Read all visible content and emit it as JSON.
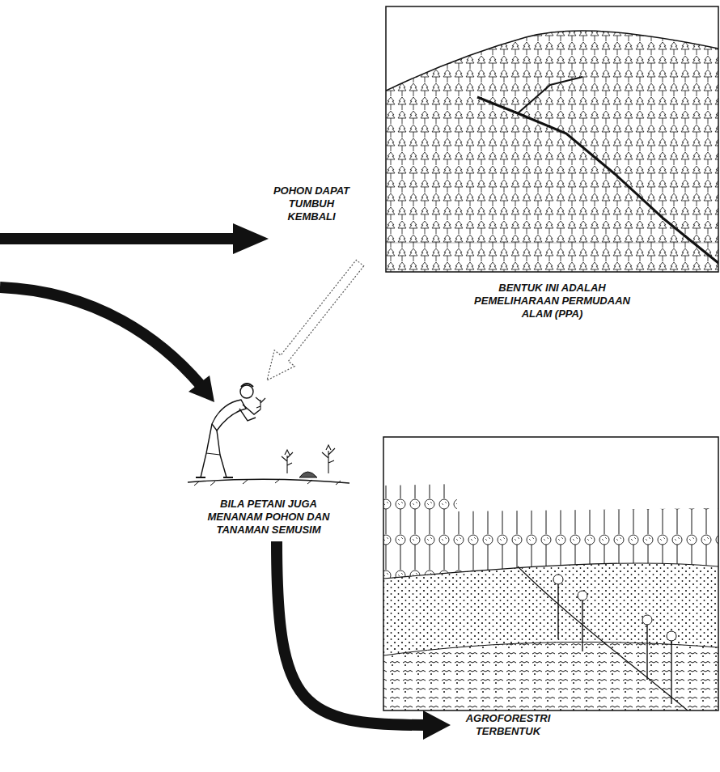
{
  "diagram": {
    "nodes": [
      {
        "text": [
          "BENTUK INI ADALAH PEMELIHARAAN PERMUDAAN ALAM (PPA)"
        ]
      },
      {
        "text": [
          "BILA PETANI JUGA MENANAM POHON DAN TANAMAN SEMUSIM"
        ]
      },
      {
        "text": [
          "AGROFORESTRI TERBENTUK"
        ]
      }
    ],
    "edges": [
      {
        "from": 1,
        "to": 2,
        "arrow": "to"
      }
    ],
    "labels": [
      "POHON DAPAT TUMBUH KEMBALI"
    ]
  }
}
